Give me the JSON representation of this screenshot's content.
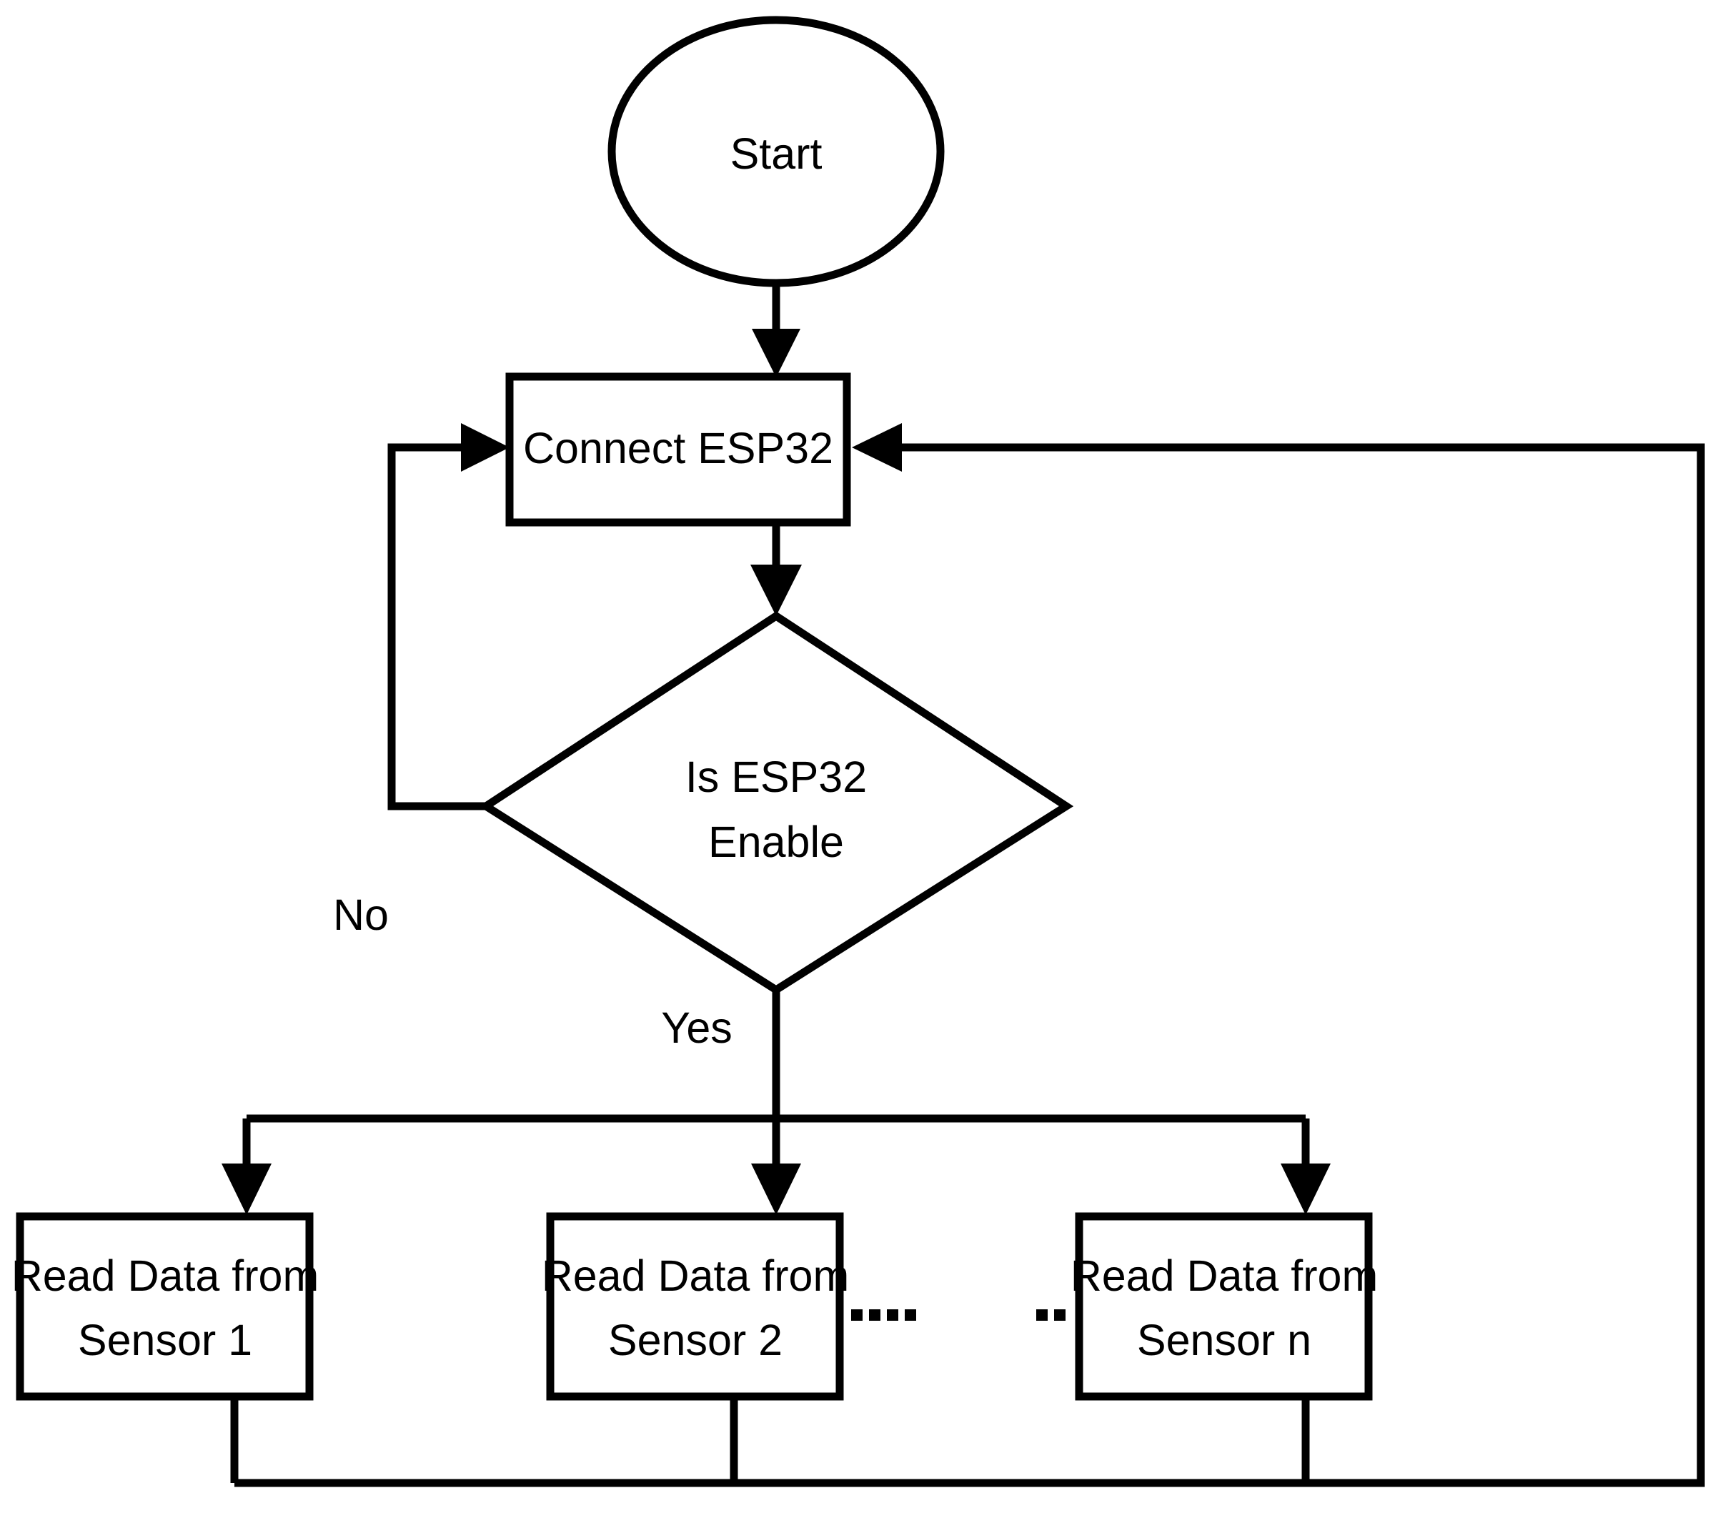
{
  "diagram": {
    "title": "ESP32 multi-sensor acquisition flowchart",
    "type": "flowchart",
    "background_color": "#ffffff",
    "line_color": "#000000",
    "fill_color": "#ffffff",
    "nodes": {
      "start": {
        "shape": "ellipse",
        "label": "Start"
      },
      "connect": {
        "shape": "rectangle",
        "label": "Connect ESP32"
      },
      "decision": {
        "shape": "diamond",
        "label_line1": "Is ESP32",
        "label_line2": "Enable"
      },
      "sensor1": {
        "shape": "rectangle",
        "label_line1": "Read Data from",
        "label_line2": "Sensor 1"
      },
      "sensor2": {
        "shape": "rectangle",
        "label_line1": "Read Data from",
        "label_line2": "Sensor 2"
      },
      "sensorn": {
        "shape": "rectangle",
        "label_line1": "Read Data from",
        "label_line2": "Sensor n"
      },
      "ellipsis": {
        "shape": "dots",
        "label": "...."
      }
    },
    "edge_labels": {
      "no": "No",
      "yes": "Yes"
    },
    "edges": [
      {
        "from": "start",
        "to": "connect",
        "label": ""
      },
      {
        "from": "connect",
        "to": "decision",
        "label": ""
      },
      {
        "from": "decision",
        "to": "connect",
        "label": "No"
      },
      {
        "from": "decision",
        "to": "sensor1",
        "label": "Yes"
      },
      {
        "from": "decision",
        "to": "sensor2",
        "label": "Yes"
      },
      {
        "from": "decision",
        "to": "sensorn",
        "label": "Yes"
      },
      {
        "from": "sensor1",
        "to": "connect",
        "label": ""
      },
      {
        "from": "sensor2",
        "to": "connect",
        "label": ""
      },
      {
        "from": "sensorn",
        "to": "connect",
        "label": ""
      }
    ]
  }
}
